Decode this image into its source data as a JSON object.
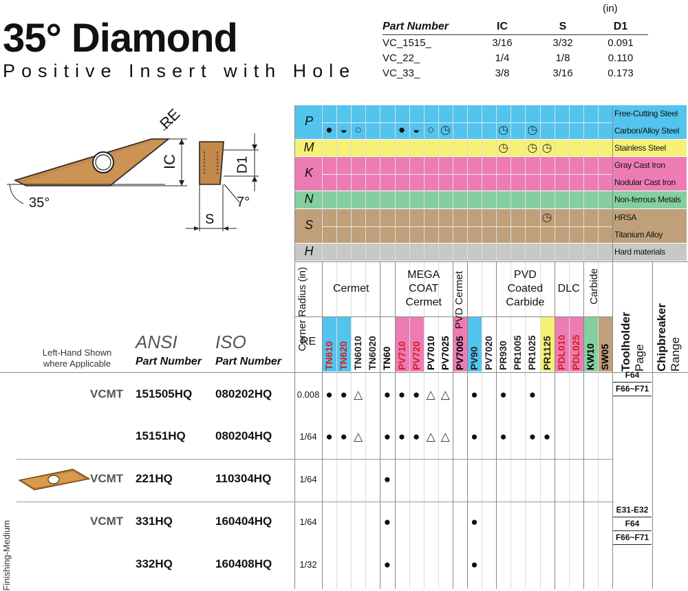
{
  "header": {
    "title": "35° Diamond",
    "subtitle": "Positive Insert with Hole",
    "unit": "(in)"
  },
  "dimension_table": {
    "columns": [
      "Part Number",
      "IC",
      "S",
      "D1"
    ],
    "rows": [
      [
        "VC_1515_",
        "3/16",
        "3/32",
        "0.091"
      ],
      [
        "VC_22_",
        "1/4",
        "1/8",
        "0.110"
      ],
      [
        "VC_33_",
        "3/8",
        "3/16",
        "0.173"
      ]
    ]
  },
  "drawing_labels": {
    "re": "RE",
    "ic": "IC",
    "d1": "D1",
    "angle": "35°",
    "clearance": "7°",
    "s": "S"
  },
  "materials": [
    {
      "code": "P",
      "names": [
        "Free-Cutting Steel",
        "Carbon/Alloy Steel"
      ],
      "color": "#52c4ee"
    },
    {
      "code": "M",
      "names": [
        "Stainless Steel"
      ],
      "color": "#f7f077"
    },
    {
      "code": "K",
      "names": [
        "Gray Cast Iron",
        "Nodular Cast Iron"
      ],
      "color": "#ee7cb4"
    },
    {
      "code": "N",
      "names": [
        "Non-ferrous Metals"
      ],
      "color": "#84cfa0"
    },
    {
      "code": "S",
      "names": [
        "HRSA",
        "Titanium Alloy"
      ],
      "color": "#bfa07a"
    },
    {
      "code": "H",
      "names": [
        "Hard materials"
      ],
      "color": "#c8c8c8"
    }
  ],
  "grade_groups": {
    "corner_radius": "Corner Radius (in)",
    "cermet": "Cermet",
    "mega_coat_cermet": [
      "MEGA",
      "COAT",
      "Cermet"
    ],
    "pvd_cermet": "PVD Cermet",
    "pvd_coated_carbide": [
      "PVD",
      "Coated",
      "Carbide"
    ],
    "dlc": "DLC",
    "carbide": "Carbide",
    "toolholder": [
      "Toolholder",
      "Page"
    ],
    "chipbreaker": [
      "Chipbreaker",
      "Range"
    ]
  },
  "grades": [
    {
      "name": "TN610",
      "color": "#d42020"
    },
    {
      "name": "TN620",
      "color": "#d42020"
    },
    {
      "name": "TN6010",
      "color": "#222222"
    },
    {
      "name": "TN6020",
      "color": "#222222"
    },
    {
      "name": "TN60",
      "color": "#000000"
    },
    {
      "name": "PV710",
      "color": "#d42020"
    },
    {
      "name": "PV720",
      "color": "#d42020"
    },
    {
      "name": "PV7010",
      "color": "#000000"
    },
    {
      "name": "PV7025",
      "color": "#000000"
    },
    {
      "name": "PV7005",
      "color": "#000000"
    },
    {
      "name": "PV90",
      "color": "#222222"
    },
    {
      "name": "PV7020",
      "color": "#222222"
    },
    {
      "name": "PR930",
      "color": "#222222"
    },
    {
      "name": "PR1005",
      "color": "#222222"
    },
    {
      "name": "PR1025",
      "color": "#222222"
    },
    {
      "name": "PR1125",
      "color": "#222222"
    },
    {
      "name": "PDL010",
      "color": "#d42020"
    },
    {
      "name": "PDL025",
      "color": "#d42020"
    },
    {
      "name": "KW10",
      "color": "#000000"
    },
    {
      "name": "SW05",
      "color": "#000000"
    }
  ],
  "left_header": {
    "left_hand": [
      "Left-Hand Shown",
      "where Applicable"
    ],
    "ansi": "ANSI",
    "iso": "ISO",
    "part_number": "Part Number",
    "re": "RE"
  },
  "section_label": "Finishing-Medium",
  "products": [
    {
      "type": "VCMT",
      "ansi": "151505HQ",
      "iso": "080202HQ",
      "re": "0.008"
    },
    {
      "type": "",
      "ansi": "15151HQ",
      "iso": "080204HQ",
      "re": "1/64"
    },
    {
      "type": "VCMT",
      "ansi": "221HQ",
      "iso": "110304HQ",
      "re": "1/64"
    },
    {
      "type": "VCMT",
      "ansi": "331HQ",
      "iso": "160404HQ",
      "re": "1/64"
    },
    {
      "type": "",
      "ansi": "332HQ",
      "iso": "160408HQ",
      "re": "1/32"
    }
  ],
  "toolholder_refs": {
    "group1": [
      "F64",
      "F66~F71"
    ],
    "group2": [
      "E31-E32",
      "F64",
      "F66~F71"
    ]
  }
}
